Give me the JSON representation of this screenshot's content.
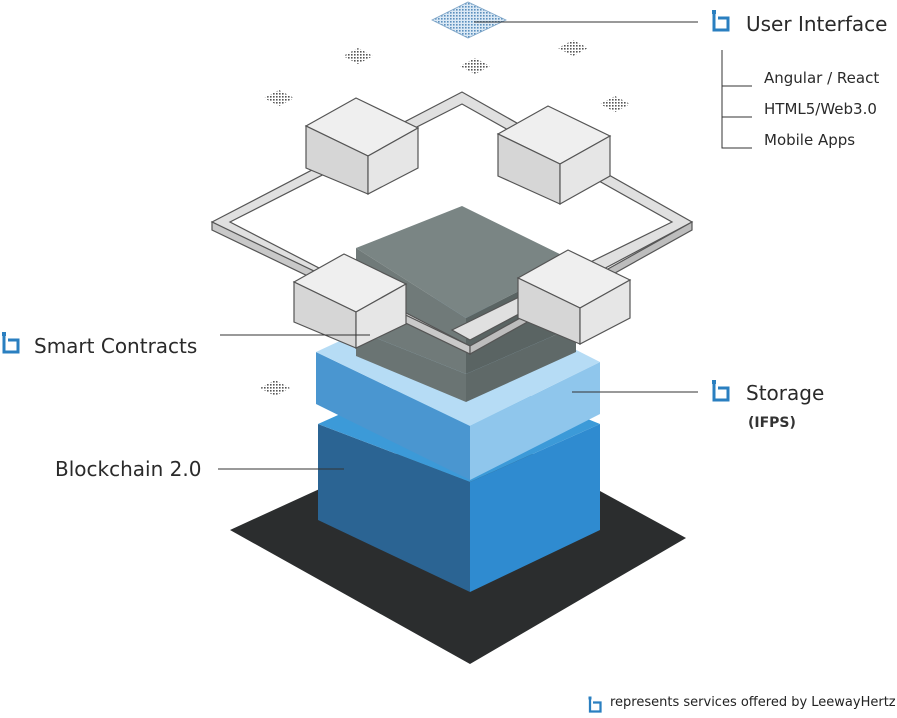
{
  "labels": {
    "user_interface": "User Interface",
    "ui_items": [
      "Angular / React",
      "HTML5/Web3.0",
      "Mobile Apps"
    ],
    "smart_contracts": "Smart Contracts",
    "storage": "Storage",
    "storage_sub": "(IFPS)",
    "blockchain": "Blockchain 2.0",
    "footer_note": "represents services offered by LeewayHertz"
  },
  "icons": {
    "service_icon": "leewayhertz-service-icon"
  },
  "colors": {
    "base_plate": "#2b2d2e",
    "blockchain_front": "#2f8bd0",
    "blockchain_left": "#2b6493",
    "blockchain_top": "#3c9ad8",
    "storage_front": "#8fc6ec",
    "storage_left": "#4a96d0",
    "storage_top": "#b6dcf5",
    "contracts_top": "#7a8584",
    "contracts_side": "#5f6968",
    "node_box": "#e3e3e3",
    "icon_blue": "#2a7fc0",
    "leader_line": "#333333"
  }
}
